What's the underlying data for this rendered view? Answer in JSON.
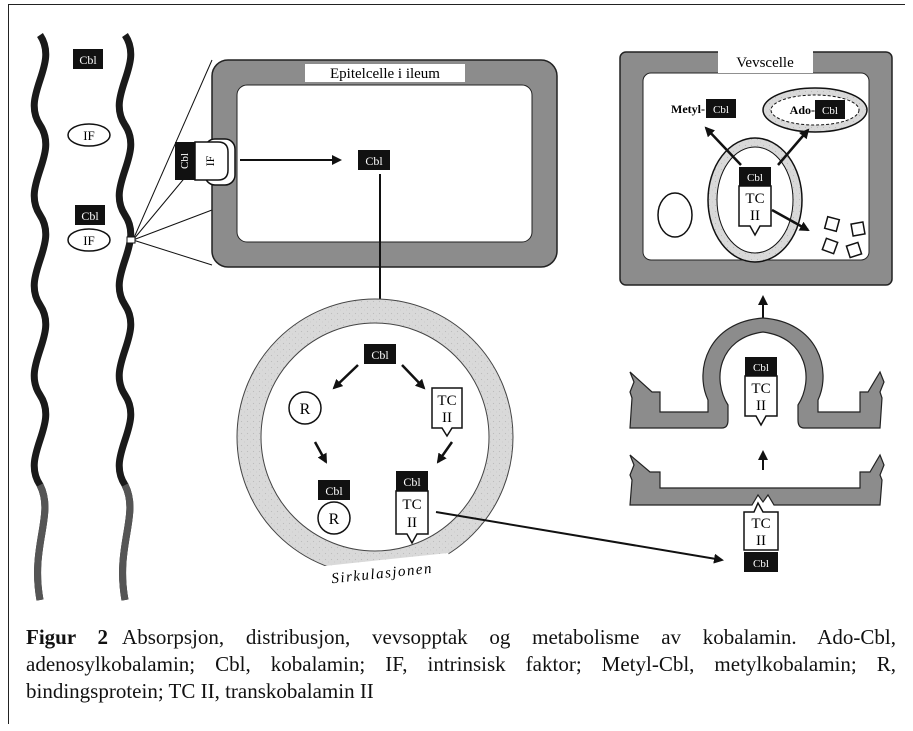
{
  "labels": {
    "cbl": "Cbl",
    "if": "IF",
    "r": "R",
    "tc": "TC",
    "ii": "II",
    "epithelial_cell": "Epitelcelle i ileum",
    "tissue_cell": "Vevscelle",
    "circulation": "Sirkulasjonen",
    "metyl_prefix": "Metyl-",
    "ado_prefix": "Ado-"
  },
  "caption": {
    "figure": "Figur 2",
    "text": "Absorpsjon, distribusjon, vevsopptak og metabolisme av kobalamin. Ado-Cbl, adenosylkobalamin; Cbl, kobalamin; IF, intrinsisk faktor; Metyl-Cbl, metylkobalamin; R, bindingsprotein; TC II, transkobalamin II"
  }
}
